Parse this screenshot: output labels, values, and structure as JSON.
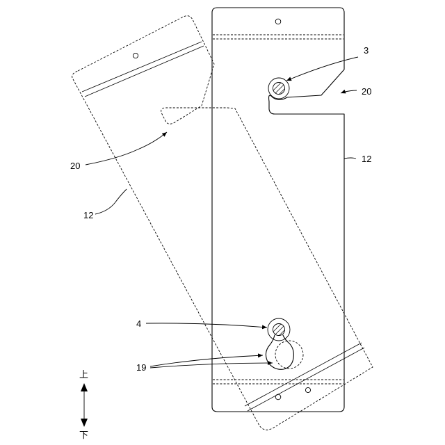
{
  "labels": {
    "ref_3": "3",
    "ref_20_right": "20",
    "ref_12_right": "12",
    "ref_20_left": "20",
    "ref_12_left": "12",
    "ref_4": "4",
    "ref_19": "19"
  },
  "direction": {
    "up": "上",
    "down": "下"
  }
}
